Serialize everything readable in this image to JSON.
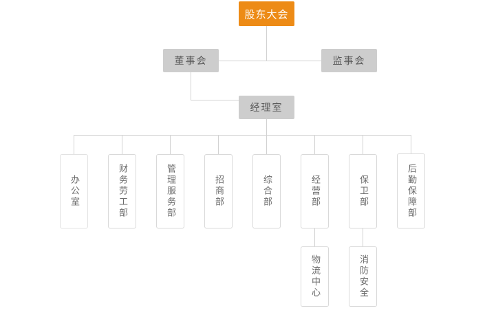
{
  "chart_data": {
    "type": "diagram",
    "title": "",
    "diagram_kind": "organizational-chart",
    "orientation": "top-down",
    "colors": {
      "root_fill": "#ed8b16",
      "root_text": "#ffffff",
      "level_fill": "#cdcdcd",
      "level_text": "#5a5a5a",
      "dept_fill": "#ffffff",
      "dept_border": "#d9d9d9",
      "dept_text": "#6b6b6b",
      "connector": "#d2d2d2",
      "background": "#ffffff"
    },
    "nodes": [
      {
        "id": "root",
        "label": "股东大会",
        "level": 0,
        "style": "orange"
      },
      {
        "id": "board",
        "label": "董事会",
        "level": 1,
        "style": "gray"
      },
      {
        "id": "super",
        "label": "监事会",
        "level": 1,
        "style": "gray"
      },
      {
        "id": "mgr",
        "label": "经理室",
        "level": 2,
        "style": "gray"
      },
      {
        "id": "d1",
        "label": "办公室",
        "level": 3,
        "style": "dept"
      },
      {
        "id": "d2",
        "label": "财务劳工部",
        "level": 3,
        "style": "dept"
      },
      {
        "id": "d3",
        "label": "管理服务部",
        "level": 3,
        "style": "dept"
      },
      {
        "id": "d4",
        "label": "招商部",
        "level": 3,
        "style": "dept"
      },
      {
        "id": "d5",
        "label": "综合部",
        "level": 3,
        "style": "dept"
      },
      {
        "id": "d6",
        "label": "经营部",
        "level": 3,
        "style": "dept"
      },
      {
        "id": "d7",
        "label": "保卫部",
        "level": 3,
        "style": "dept"
      },
      {
        "id": "d8",
        "label": "后勤保障部",
        "level": 3,
        "style": "dept"
      },
      {
        "id": "s1",
        "label": "物流中心",
        "level": 4,
        "style": "dept"
      },
      {
        "id": "s2",
        "label": "消防安全",
        "level": 4,
        "style": "dept"
      }
    ],
    "edges": [
      {
        "from": "root",
        "to": "board"
      },
      {
        "from": "root",
        "to": "super"
      },
      {
        "from": "board",
        "to": "mgr"
      },
      {
        "from": "mgr",
        "to": "d1"
      },
      {
        "from": "mgr",
        "to": "d2"
      },
      {
        "from": "mgr",
        "to": "d3"
      },
      {
        "from": "mgr",
        "to": "d4"
      },
      {
        "from": "mgr",
        "to": "d5"
      },
      {
        "from": "mgr",
        "to": "d6"
      },
      {
        "from": "mgr",
        "to": "d7"
      },
      {
        "from": "mgr",
        "to": "d8"
      },
      {
        "from": "d6",
        "to": "s1"
      },
      {
        "from": "d7",
        "to": "s2"
      }
    ]
  },
  "root": {
    "label": "股东大会"
  },
  "level1": {
    "board": "董事会",
    "supervisory": "监事会"
  },
  "level2": {
    "manager_office": "经理室"
  },
  "departments": [
    {
      "label": "办公室"
    },
    {
      "label": "财务劳工部"
    },
    {
      "label": "管理服务部"
    },
    {
      "label": "招商部"
    },
    {
      "label": "综合部"
    },
    {
      "label": "经营部"
    },
    {
      "label": "保卫部"
    },
    {
      "label": "后勤保障部"
    }
  ],
  "subunits": [
    {
      "label": "物流中心"
    },
    {
      "label": "消防安全"
    }
  ]
}
